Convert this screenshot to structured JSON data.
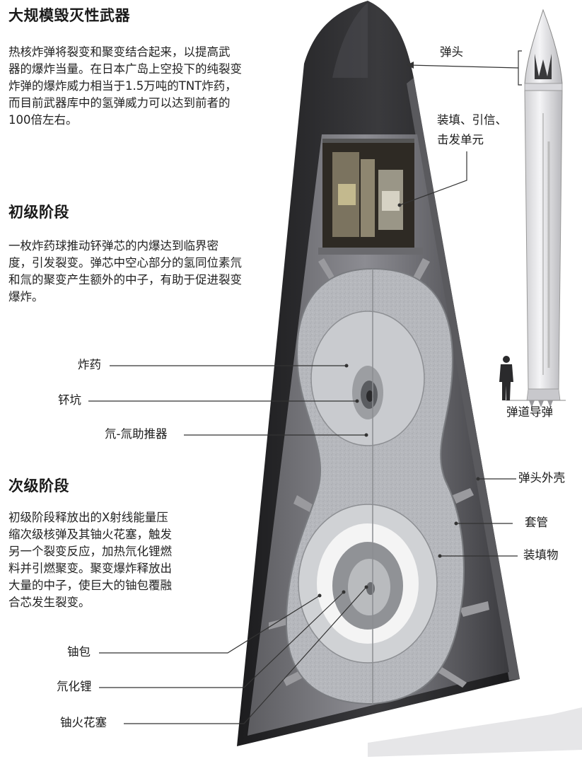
{
  "title": "大规模毁灭性武器",
  "intro": [
    "热核炸弹将裂变和聚变结合起来，以提高武",
    "器的爆炸当量。在日本广岛上空投下的纯裂变",
    "炸弹的爆炸威力相当于1.5万吨的TNT炸药，",
    "而目前武器库中的氢弹威力可以达到前者的",
    "100倍左右。"
  ],
  "primary": {
    "heading": "初级阶段",
    "text": [
      "一枚炸药球推动钚弹芯的内爆达到临界密",
      "度，引发裂变。弹芯中空心部分的氢同位素氘",
      "和氚的聚变产生额外的中子，有助于促进裂变",
      "爆炸。"
    ]
  },
  "secondary": {
    "heading": "次级阶段",
    "text": [
      "初级阶段释放出的X射线能量压",
      "缩次级核弹及其铀火花塞，触发",
      "另一个裂变反应，加热氘化锂燃",
      "料并引燃聚变。聚变爆炸释放出",
      "大量的中子，使巨大的铀包覆融",
      "合芯发生裂变。"
    ]
  },
  "labels": {
    "warhead": "弹头",
    "arming_line1": "装填、引信、",
    "arming_line2": "击发单元",
    "explosive": "炸药",
    "plutonium_pit": "钚坑",
    "booster": "氘-氚助推器",
    "casing": "弹头外壳",
    "tamper": "套管",
    "filler": "装填物",
    "uranium_shell": "铀包",
    "lithium_deuteride": "氘化锂",
    "uranium_sparkplug": "铀火花塞",
    "missile": "弹道导弹"
  },
  "colors": {
    "casing": "#2b2b2d",
    "filler": "#b4b6ba",
    "lithium": "#f4f4f4",
    "interior": "#4a4a4c"
  }
}
